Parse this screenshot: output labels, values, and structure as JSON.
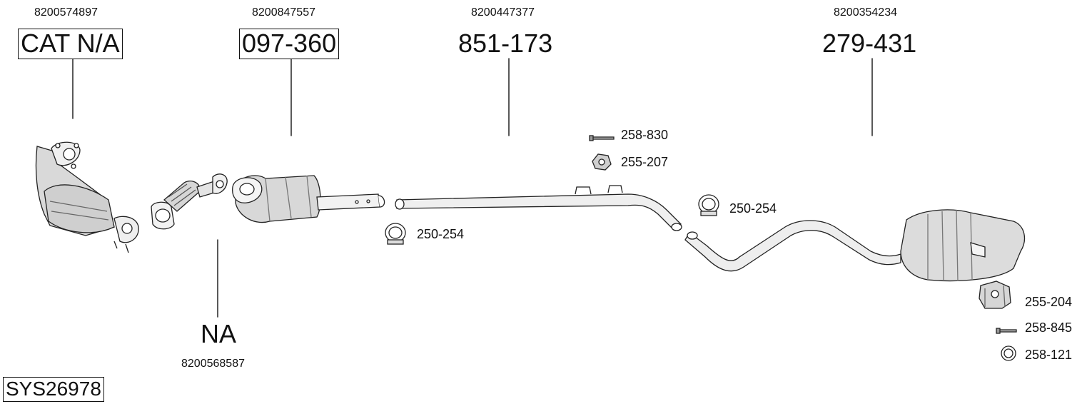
{
  "system_code": "SYS26978",
  "parts": [
    {
      "oem": "8200574897",
      "code": "CAT N/A"
    },
    {
      "oem": "8200847557",
      "code": "097-360"
    },
    {
      "oem": "8200447377",
      "code": "851-173"
    },
    {
      "oem": "8200354234",
      "code": "279-431"
    },
    {
      "oem": "8200568587",
      "code": "NA"
    }
  ],
  "accessories": [
    {
      "code": "258-830"
    },
    {
      "code": "255-207"
    },
    {
      "code": "250-254"
    },
    {
      "code": "250-254"
    },
    {
      "code": "255-204"
    },
    {
      "code": "258-845"
    },
    {
      "code": "258-121"
    }
  ]
}
